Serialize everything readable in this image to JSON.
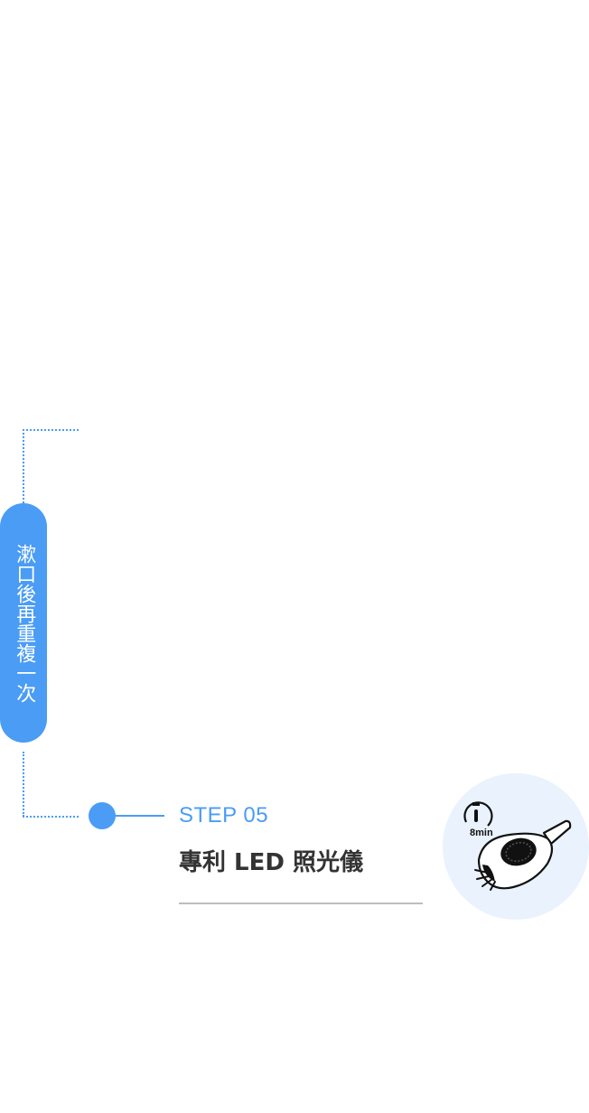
{
  "repeat_label": "漱口後再重複一次",
  "step": {
    "label": "STEP 05",
    "title": "專利 LED 照光儀"
  },
  "timer": {
    "label": "8min"
  },
  "colors": {
    "accent": "#4a9cf5",
    "title_text": "#333333",
    "divider": "#bdbdbd",
    "icon_bg": "#e9f2fd"
  }
}
